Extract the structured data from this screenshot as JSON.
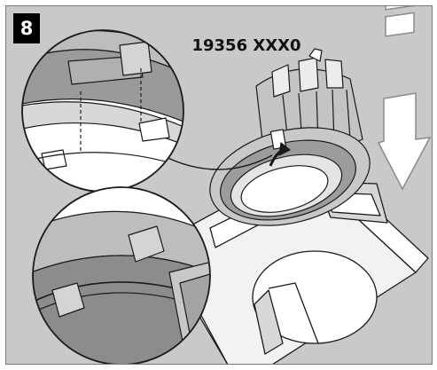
{
  "step": {
    "number": "8"
  },
  "product": {
    "code": "19356 XXX0"
  },
  "colors": {
    "panel_bg": "#c9c9c9",
    "line": "#1a1a1a",
    "white": "#ffffff",
    "dark_gray": "#8a8a8a",
    "mid_gray": "#b4b4b4",
    "light_gray": "#dedede"
  },
  "icons": [
    "step-badge",
    "down-arrow-icon",
    "detail-callout-top",
    "detail-callout-bottom",
    "downlight-module",
    "square-trim-frame"
  ]
}
